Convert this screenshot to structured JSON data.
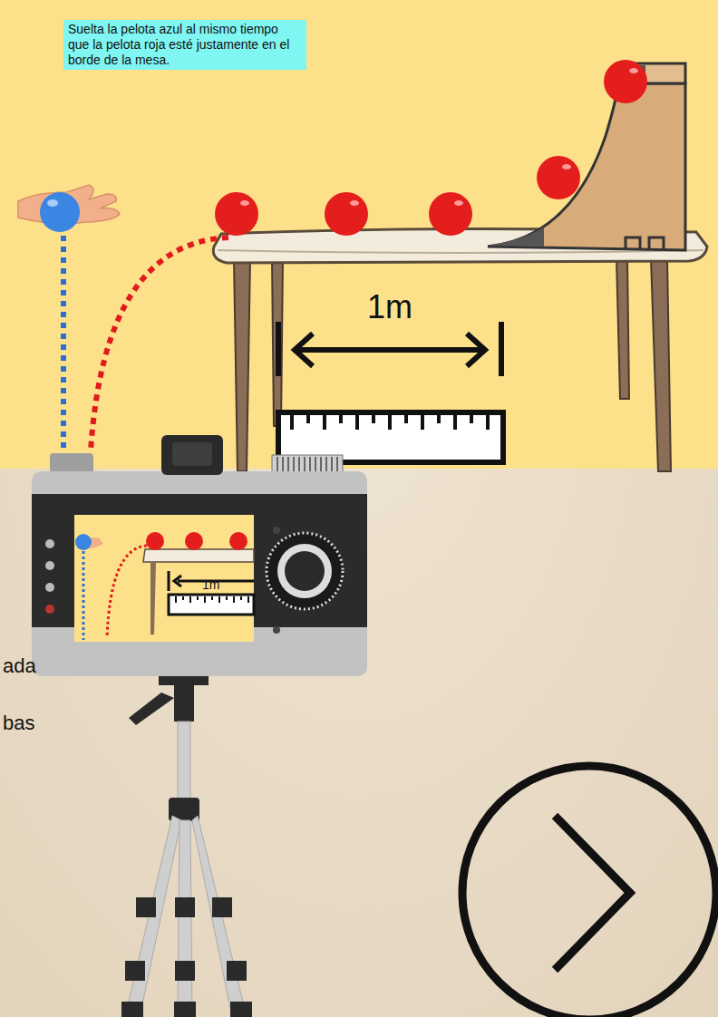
{
  "diagram": {
    "nodes": [
      {
        "text": [
          "Suelta la pelota azul al mismo tiempo que la pelota roja esté justamente en el borde de la mesa."
        ]
      }
    ],
    "labels": [
      "1m",
      "1m",
      "ada",
      "bas"
    ]
  }
}
